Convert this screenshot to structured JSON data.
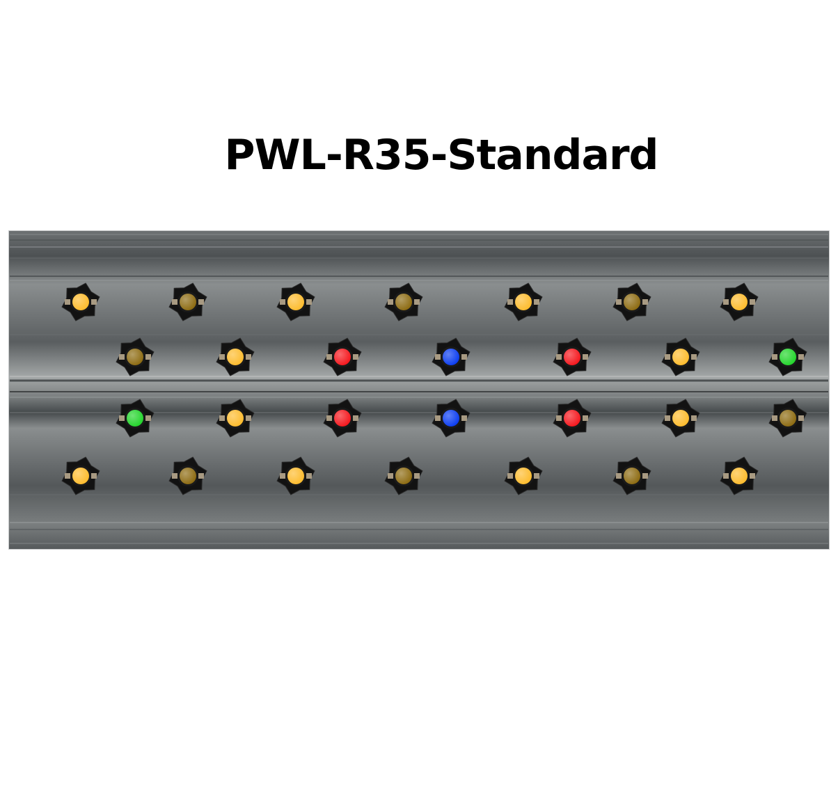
{
  "title": "PWL-R35-Standard",
  "colors": {
    "yellow": "#fdbb2c",
    "amber": "#8c6a10",
    "red": "#f5161c",
    "blue": "#0a3cf0",
    "green": "#22d42a",
    "star": "#121212",
    "housing": "#5c6062"
  },
  "led_rows": [
    [
      "yellow",
      "amber",
      "yellow",
      "amber",
      "yellow",
      "amber",
      "yellow"
    ],
    [
      "amber",
      "yellow",
      "red",
      "blue",
      "red",
      "yellow",
      "green"
    ],
    [
      "green",
      "yellow",
      "red",
      "blue",
      "red",
      "yellow",
      "amber"
    ],
    [
      "yellow",
      "amber",
      "yellow",
      "amber",
      "yellow",
      "amber",
      "yellow"
    ]
  ]
}
